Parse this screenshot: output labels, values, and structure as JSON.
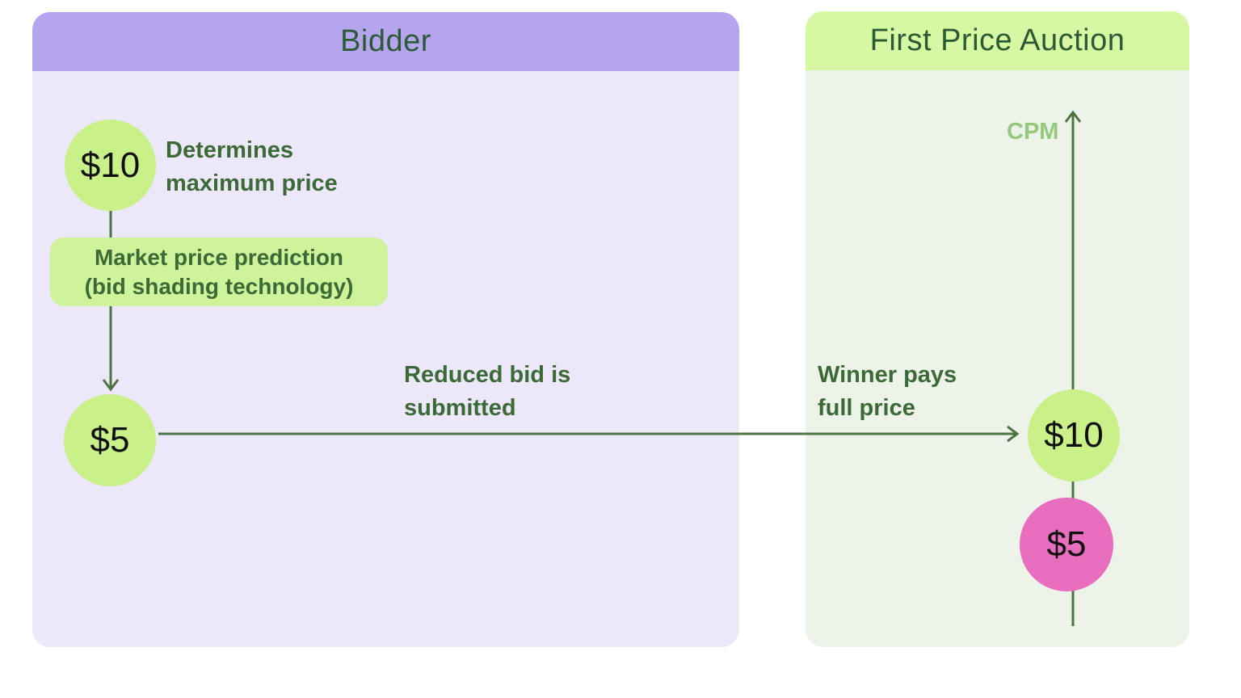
{
  "colors": {
    "panel-purple-header": "#b5a4ee",
    "panel-purple-body": "#ece7f9",
    "panel-green-header": "#d7f8a3",
    "panel-green-body": "#eef3ea",
    "node-green": "#c9f089",
    "box-green": "#cff39a",
    "node-pink": "#e96dbe",
    "line-green": "#4c7440",
    "text-green": "#3c6a37",
    "header-text-green": "#2c5a34",
    "cpm-green": "#93c87d",
    "node-text": "#101010"
  },
  "bidder": {
    "title": "Bidder",
    "max_price_node": "$10",
    "max_price_caption": "Determines\nmaximum price",
    "prediction_box": "Market price prediction\n(bid shading technology)",
    "shaded_bid_node": "$5",
    "reduced_bid_caption": "Reduced bid is\nsubmitted"
  },
  "auction": {
    "title": "First Price Auction",
    "axis_label": "CPM",
    "winner_caption": "Winner pays\nfull price",
    "winning_bid_node": "$10",
    "shaded_bid_node": "$5"
  }
}
